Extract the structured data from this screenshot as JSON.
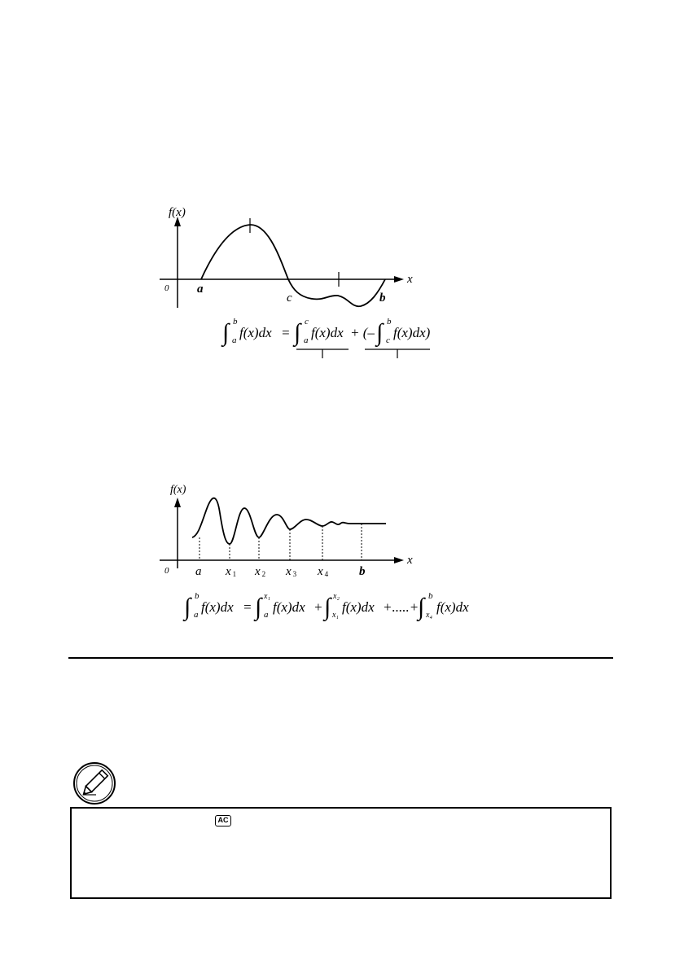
{
  "figure1": {
    "y_axis_label": "f(x)",
    "x_axis_label": "x",
    "origin_label": "0",
    "point_labels": {
      "a": "a",
      "c": "c",
      "b": "b"
    },
    "formula": {
      "lhs_upper": "b",
      "lhs_lower": "a",
      "lhs_body": "f(x)dx",
      "eq": "=",
      "t1_upper": "c",
      "t1_lower": "a",
      "t1_body": "f(x)dx",
      "plus": "+ (–",
      "t2_upper": "b",
      "t2_lower": "c",
      "t2_body": "f(x)dx)"
    }
  },
  "figure2": {
    "y_axis_label": "f(x)",
    "x_axis_label": "x",
    "origin_label": "0",
    "tick_labels": [
      "a",
      "x",
      "x",
      "x",
      "x",
      "b"
    ],
    "tick_subscripts": [
      "",
      "1",
      "2",
      "3",
      "4",
      ""
    ],
    "formula": {
      "lhs_upper": "b",
      "lhs_lower": "a",
      "lhs_body": "f(x)dx",
      "eq": "=",
      "t1_upper": "x₁",
      "t1_lower": "a",
      "t1_body": "f(x)dx",
      "p1": "+",
      "t2_upper": "x₂",
      "t2_lower": "x₁",
      "t2_body": "f(x)dx",
      "dots": "+.....+",
      "t3_upper": "b",
      "t3_lower": "x₄",
      "t3_body": "f(x)dx"
    }
  },
  "note": {
    "icon": "pencil-note-icon",
    "key_label": "AC"
  }
}
